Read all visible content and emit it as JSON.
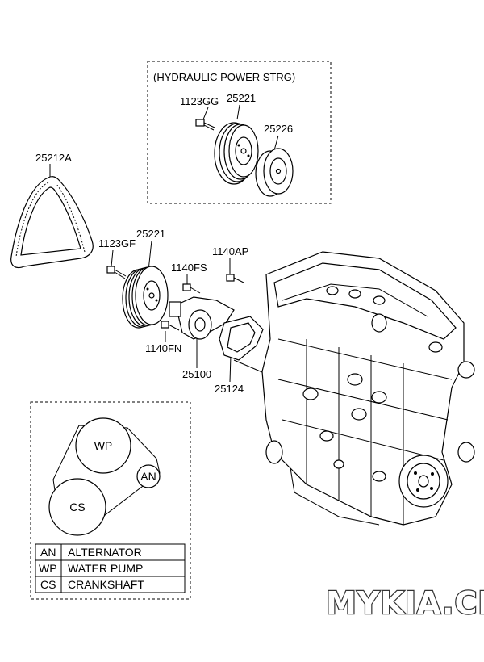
{
  "box_title": "(HYDRAULIC POWER STRG)",
  "labels": {
    "belt": "25212A",
    "bolt_ps": "1123GG",
    "pulley_ps": "25221",
    "pulley_ps2": "25226",
    "bolt_wp": "1123GF",
    "pulley_wp": "25221",
    "bolt_fs": "1140FS",
    "bolt_ap": "1140AP",
    "bolt_fn": "1140FN",
    "pump": "25100",
    "gasket": "25124"
  },
  "belt_diagram": {
    "wp_label": "WP",
    "an_label": "AN",
    "cs_label": "CS"
  },
  "legend": [
    {
      "code": "AN",
      "name": "ALTERNATOR"
    },
    {
      "code": "WP",
      "name": "WATER PUMP"
    },
    {
      "code": "CS",
      "name": "CRANKSHAFT"
    }
  ],
  "watermark": "MYKIA.CLUB"
}
